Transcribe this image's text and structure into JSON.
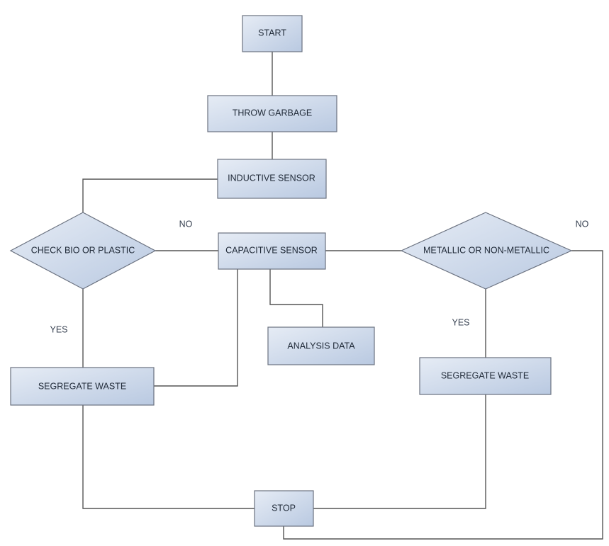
{
  "colors": {
    "box_fill_top": "#e6ecf5",
    "box_fill_bottom": "#b9c9e1",
    "box_border": "#6b7280",
    "line": "#555555",
    "text": "#1f2937"
  },
  "nodes": {
    "start": "START",
    "throw_garbage": "THROW GARBAGE",
    "inductive_sensor": "INDUCTIVE SENSOR",
    "check_bio_or_plastic": "CHECK BIO OR PLASTIC",
    "capacitive_sensor": "CAPACITIVE SENSOR",
    "metallic_or_non_metallic": "METALLIC OR NON-METALLIC",
    "analysis_data": "ANALYSIS DATA",
    "segregate_waste_left": "SEGREGATE WASTE",
    "segregate_waste_right": "SEGREGATE WASTE",
    "stop": "STOP"
  },
  "edge_labels": {
    "no_left": "NO",
    "no_right": "NO",
    "yes_left": "YES",
    "yes_right": "YES"
  }
}
